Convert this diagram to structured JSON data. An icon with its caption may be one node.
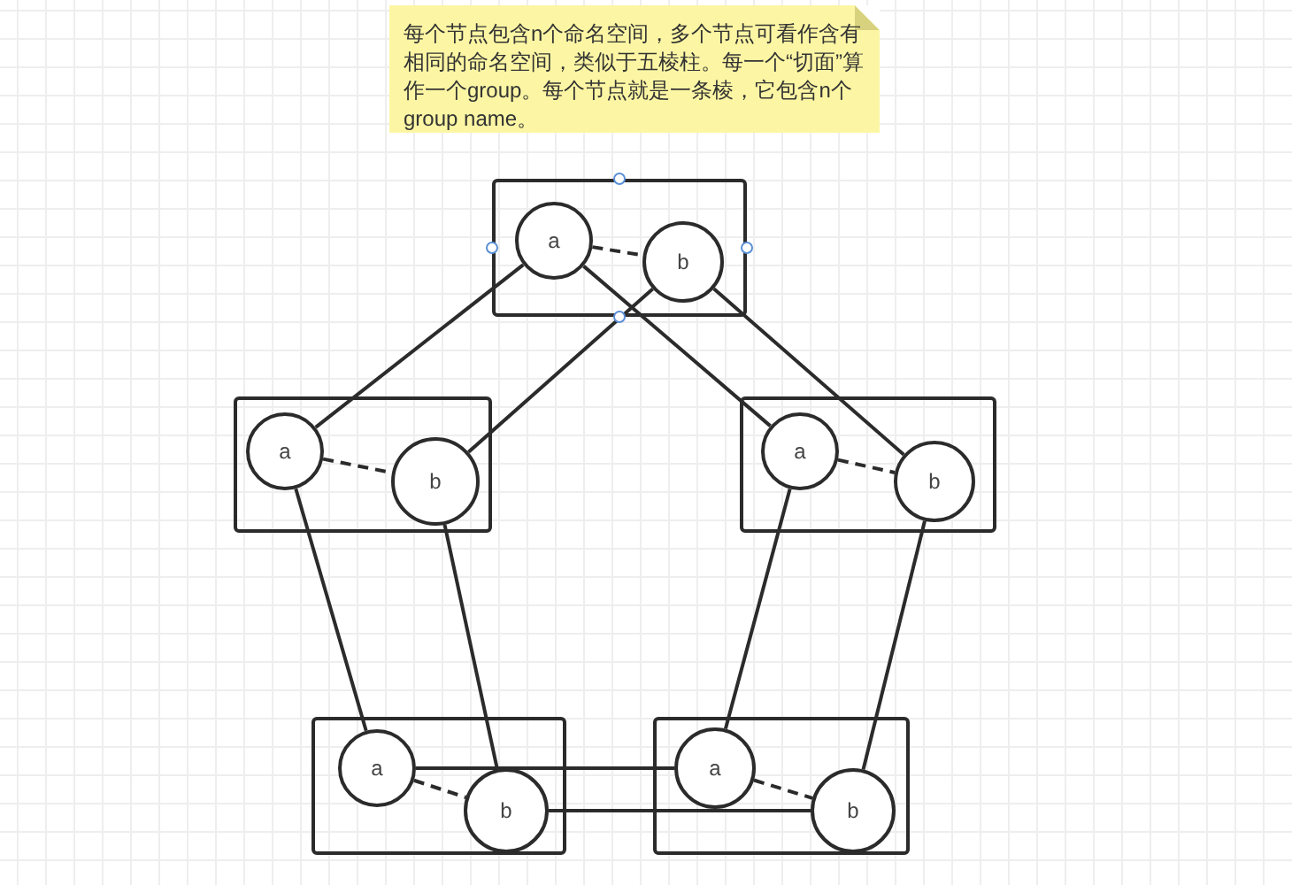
{
  "diagram": {
    "nodes": [
      {
        "text": [
          "每个节点包含n个命名空间，多个节点可看作含有相同的命名空间，类似于五棱柱。每一个“切面”算作一个group。每个节点就是一条棱，它包含n个group name。"
        ]
      },
      {
        "text": [],
        "shape": "box"
      },
      {
        "text": [
          "a"
        ],
        "in": 1
      },
      {
        "text": [
          "b"
        ],
        "in": 1
      },
      {
        "text": [],
        "shape": "box"
      },
      {
        "text": [
          "a"
        ],
        "in": 4
      },
      {
        "text": [
          "b"
        ],
        "in": 4
      },
      {
        "text": [],
        "shape": "box"
      },
      {
        "text": [
          "a"
        ],
        "in": 7
      },
      {
        "text": [
          "b"
        ],
        "in": 7
      },
      {
        "text": [],
        "shape": "box"
      },
      {
        "text": [
          "a"
        ],
        "in": 10
      },
      {
        "text": [
          "b"
        ],
        "in": 10
      },
      {
        "text": [],
        "shape": "box"
      },
      {
        "text": [
          "a"
        ],
        "in": 13
      },
      {
        "text": [
          "b"
        ],
        "in": 13
      }
    ],
    "edges": [
      {
        "from": 2,
        "to": 3,
        "arrow": "none",
        "style": "dashed"
      },
      {
        "from": 2,
        "to": 5,
        "arrow": "none"
      },
      {
        "from": 3,
        "to": 6,
        "arrow": "none"
      },
      {
        "from": 2,
        "to": 8,
        "arrow": "none"
      },
      {
        "from": 3,
        "to": 9,
        "arrow": "none"
      },
      {
        "from": 5,
        "to": 6,
        "arrow": "none",
        "style": "dashed"
      },
      {
        "from": 8,
        "to": 9,
        "arrow": "none",
        "style": "dashed"
      },
      {
        "from": 5,
        "to": 11,
        "arrow": "none"
      },
      {
        "from": 6,
        "to": 12,
        "arrow": "none"
      },
      {
        "from": 8,
        "to": 14,
        "arrow": "none"
      },
      {
        "from": 9,
        "to": 15,
        "arrow": "none"
      },
      {
        "from": 11,
        "to": 12,
        "arrow": "none",
        "style": "dashed"
      },
      {
        "from": 14,
        "to": 15,
        "arrow": "none",
        "style": "dashed"
      },
      {
        "from": 11,
        "to": 14,
        "arrow": "none"
      },
      {
        "from": 12,
        "to": 15,
        "arrow": "none"
      }
    ]
  }
}
